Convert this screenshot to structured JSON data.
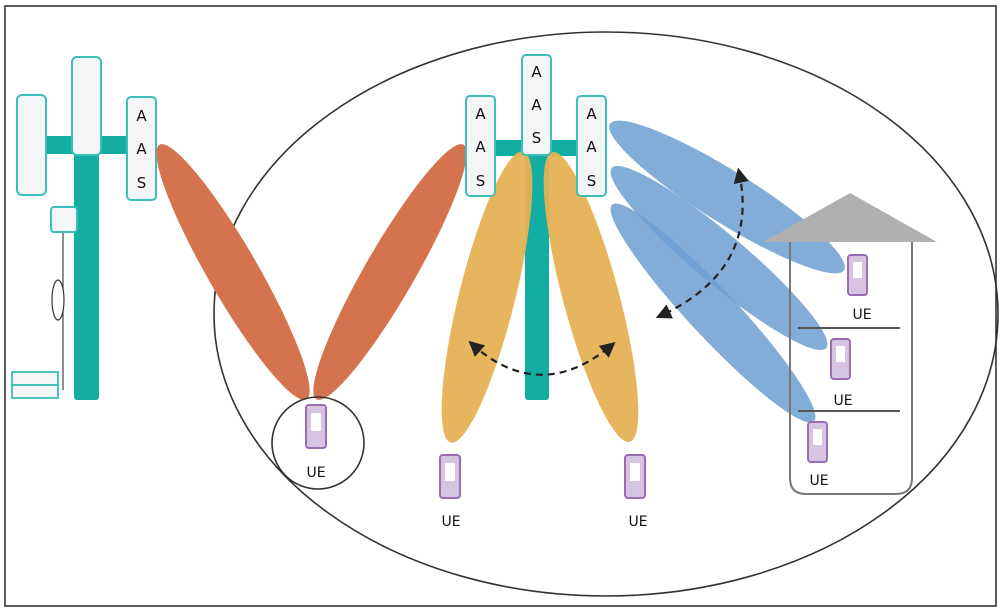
{
  "antenna_label": [
    "A",
    "A",
    "S"
  ],
  "ue_label": "UE",
  "colors": {
    "frame": "#333333",
    "tower": "#14ada3",
    "antenna_border": "#3cbfb6",
    "antenna_fill": "#f3f5f7",
    "beam_orange": "#d4734d",
    "beam_yellow": "#e6b154",
    "beam_blue": "#6d9fd2",
    "ue_border": "#9a6db3",
    "ue_fill": "#d6c4e2",
    "building": "#777777",
    "roof": "#b0b0b0"
  }
}
